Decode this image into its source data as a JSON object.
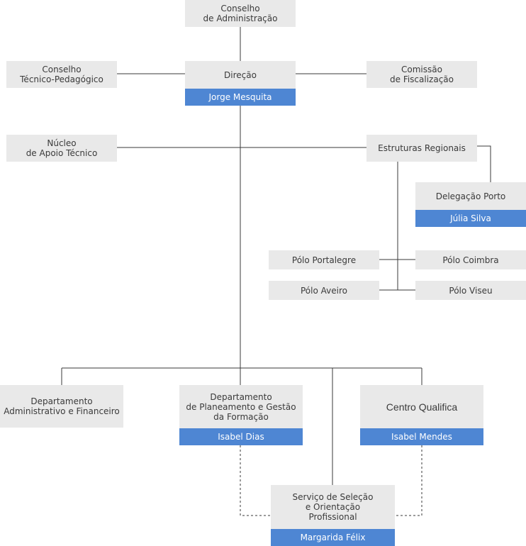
{
  "nodes": {
    "conselho_administracao": {
      "label": "Conselho\nde Administração"
    },
    "direcao": {
      "label": "Direção",
      "person": "Jorge Mesquita"
    },
    "conselho_tecnico": {
      "label": "Conselho\nTécnico-Pedagógico"
    },
    "comissao_fiscalizacao": {
      "label": "Comissão\nde Fiscalização"
    },
    "nucleo_apoio": {
      "label": "Núcleo\nde Apoio Técnico"
    },
    "estruturas_regionais": {
      "label": "Estruturas Regionais"
    },
    "delegacao_porto": {
      "label": "Delegação Porto",
      "person": "Júlia Silva"
    },
    "polo_portalegre": {
      "label": "Pólo Portalegre"
    },
    "polo_coimbra": {
      "label": "Pólo Coimbra"
    },
    "polo_aveiro": {
      "label": "Pólo Aveiro"
    },
    "polo_viseu": {
      "label": "Pólo Viseu"
    },
    "dep_administrativo": {
      "label": "Departamento\nAdministrativo e Financeiro"
    },
    "dep_planeamento": {
      "label": "Departamento\nde Planeamento e Gestão\nda Formação",
      "person": "Isabel Dias"
    },
    "centro_qualifica": {
      "label": "Centro Qualifica",
      "person": "Isabel Mendes"
    },
    "servico_selecao": {
      "label": "Serviço de Seleção\ne Orientação\nProfissional",
      "person": "Margarida Félix"
    }
  },
  "colors": {
    "box_fill": "#e9e9e9",
    "person_fill": "#4e86d3",
    "person_text": "#ffffff",
    "line": "#3a3a3a"
  }
}
